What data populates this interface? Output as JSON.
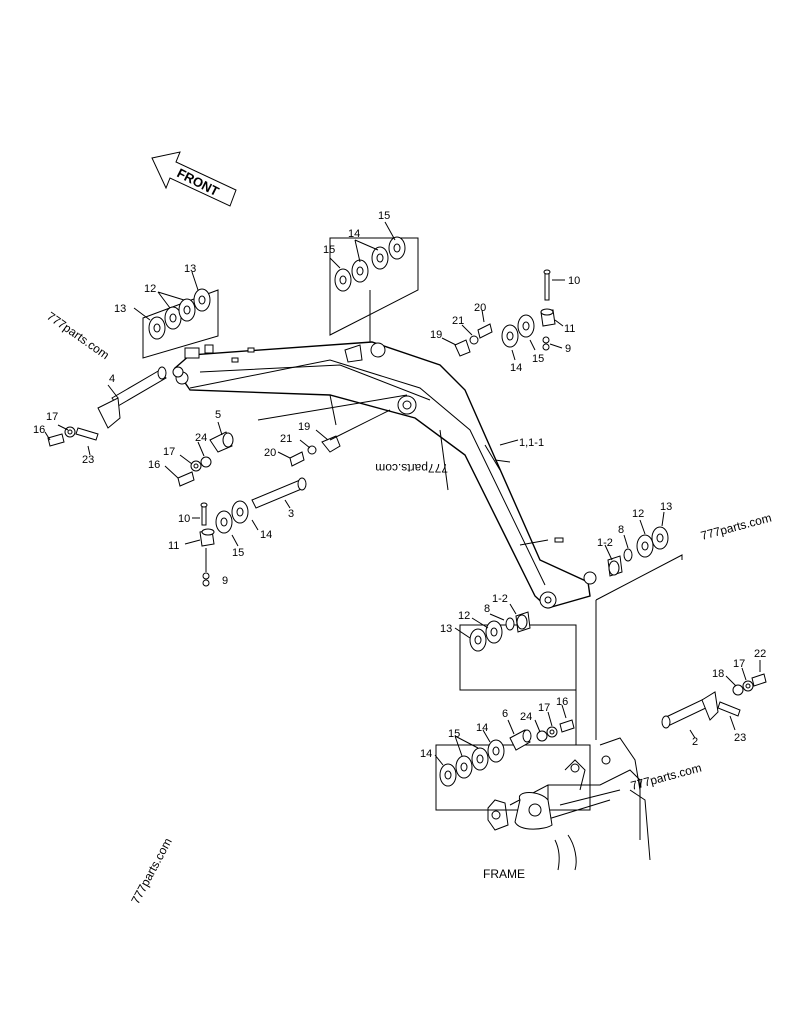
{
  "direction_label": "FRONT",
  "frame_label": "FRAME",
  "watermarks": [
    "777parts.com",
    "777parts.com",
    "777parts.com",
    "777parts.com",
    "777parts.com"
  ],
  "callouts": {
    "c_1_1_1": "1,1-1",
    "c_1_2_right": "1-2",
    "c_1_2_low": "1-2",
    "c_2": "2",
    "c_3": "3",
    "c_4": "4",
    "c_5": "5",
    "c_6": "6",
    "c_8_right": "8",
    "c_8_low": "8",
    "c_9_top": "9",
    "c_9_left": "9",
    "c_10_top": "10",
    "c_10_left": "10",
    "c_11_top": "11",
    "c_11_left": "11",
    "c_12_tl": "12",
    "c_12_right": "12",
    "c_12_low": "12",
    "c_13_tl_a": "13",
    "c_13_tl_b": "13",
    "c_13_right": "13",
    "c_13_low": "13",
    "c_14_top": "14",
    "c_14_tr": "14",
    "c_14_left": "14",
    "c_14_bot_a": "14",
    "c_14_bot_b": "14",
    "c_15_top_a": "15",
    "c_15_top_b": "15",
    "c_15_tr": "15",
    "c_15_left": "15",
    "c_15_bot": "15",
    "c_16_a": "16",
    "c_16_b": "16",
    "c_16_c": "16",
    "c_17_a": "17",
    "c_17_b": "17",
    "c_17_c": "17",
    "c_17_d": "17",
    "c_18": "18",
    "c_19_a": "19",
    "c_19_b": "19",
    "c_20_a": "20",
    "c_20_b": "20",
    "c_21_a": "21",
    "c_21_b": "21",
    "c_22": "22",
    "c_23_a": "23",
    "c_23_b": "23",
    "c_24_a": "24",
    "c_24_b": "24"
  }
}
